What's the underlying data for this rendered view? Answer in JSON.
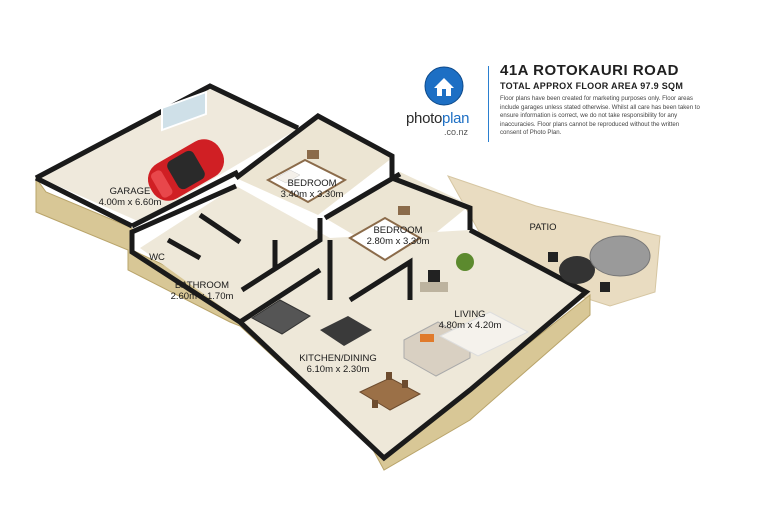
{
  "header": {
    "logo_word_a": "photo",
    "logo_word_b": "plan",
    "logo_sub": ".co.nz",
    "title": "41A ROTOKAURI ROAD",
    "subtitle": "TOTAL APPROX FLOOR AREA 97.9 SQM",
    "disclaimer": "Floor plans have been created for marketing purposes only. Floor areas include garages unless stated otherwise. Whilst all care has been taken to ensure information is correct, we do not take responsibility for any inaccuracies. Floor plans cannot be reproduced without the written consent of Photo Plan."
  },
  "rooms": {
    "garage": {
      "name": "GARAGE",
      "size": "4.00m x 6.60m"
    },
    "bedroom1": {
      "name": "BEDROOM",
      "size": "3.40m x 3.30m"
    },
    "bedroom2": {
      "name": "BEDROOM",
      "size": "2.80m x 3.30m"
    },
    "wc": {
      "name": "WC"
    },
    "bathroom": {
      "name": "BATHROOM",
      "size": "2.60m x 1.70m"
    },
    "living": {
      "name": "LIVING",
      "size": "4.80m x 4.20m"
    },
    "kitchen": {
      "name": "KITCHEN/DINING",
      "size": "6.10m x 2.30m"
    },
    "patio": {
      "name": "PATIO"
    }
  },
  "colors": {
    "floor": "#ede6d6",
    "outer_wall": "#d8c796",
    "wall_top": "#1a1a1a",
    "car": "#d01f24",
    "logo_blue": "#1d6fc4"
  }
}
